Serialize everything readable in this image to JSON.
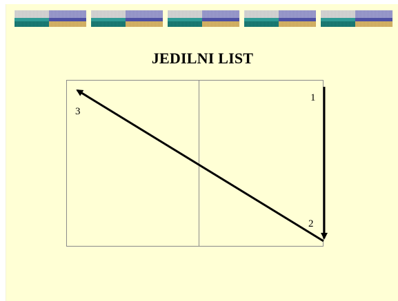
{
  "slide": {
    "title": "JEDILNI LIST",
    "background": "#ffffd5"
  },
  "banner": {
    "block_count": 5,
    "colors": {
      "top_left": "#d7d7d7",
      "top_right": "#9e9fce",
      "teal_band": "#2e9a94",
      "blue_band": "#4e50a4",
      "bottom_left": "#1f7f79",
      "bottom_right": "#d7b66a"
    }
  },
  "diagram": {
    "frame_color": "#8a8a8a",
    "arrow_color": "#000000",
    "steps": [
      {
        "label": "1"
      },
      {
        "label": "2"
      },
      {
        "label": "3"
      }
    ]
  }
}
